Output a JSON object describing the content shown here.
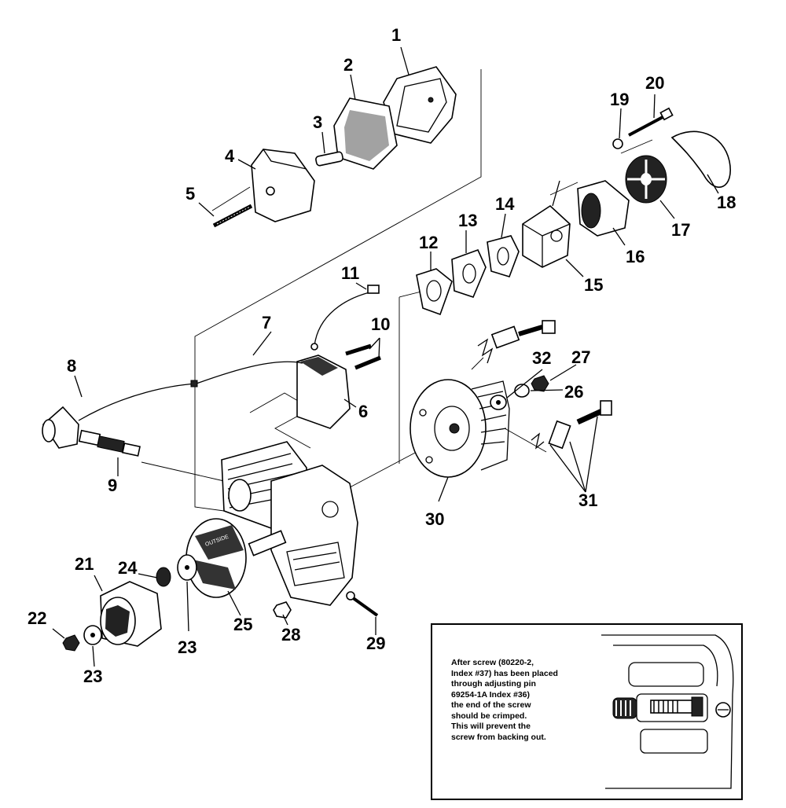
{
  "callouts": {
    "c1": "1",
    "c2": "2",
    "c3": "3",
    "c4": "4",
    "c5": "5",
    "c6": "6",
    "c7": "7",
    "c8": "8",
    "c9": "9",
    "c10": "10",
    "c11": "11",
    "c12": "12",
    "c13": "13",
    "c14": "14",
    "c15": "15",
    "c16": "16",
    "c17": "17",
    "c18": "18",
    "c19": "19",
    "c20": "20",
    "c21": "21",
    "c22": "22",
    "c23a": "23",
    "c23b": "23",
    "c24": "24",
    "c25": "25",
    "c26": "26",
    "c27": "27",
    "c28": "28",
    "c29": "29",
    "c30": "30",
    "c31": "31",
    "c32": "32"
  },
  "clutch_label": "OUTSIDE",
  "note": "After screw (80220-2,\nIndex #37) has been placed\nthrough adjusting pin\n69254-1A Index #36)\nthe end of the screw\nshould be crimped.\nThis will prevent the\nscrew from backing out."
}
